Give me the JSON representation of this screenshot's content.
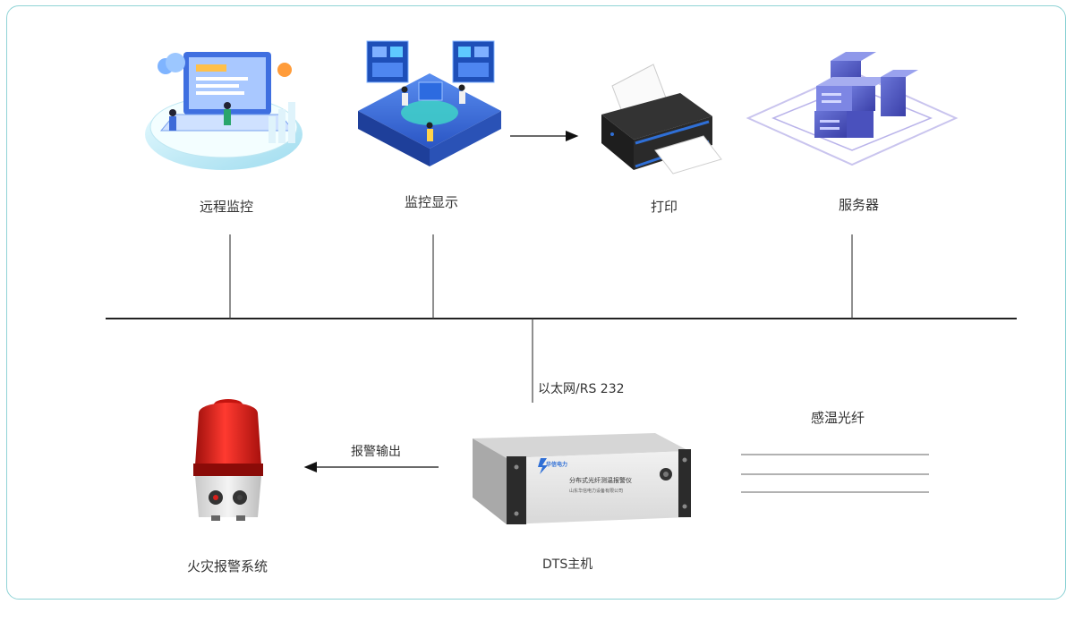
{
  "nodes": {
    "remote_monitor": "远程监控",
    "monitor_display": "监控显示",
    "print": "打印",
    "server": "服务器",
    "fire_alarm": "火灾报警系统",
    "dts_host": "DTS主机",
    "fiber": "感温光纤"
  },
  "connections": {
    "ethernet": "以太网/RS 232",
    "alarm_output": "报警输出"
  },
  "device_panel": {
    "line1": "分布式光纤测温报警仪",
    "line2": "山东华信电力设备有限公司",
    "logo_text": "华信电力"
  },
  "colors": {
    "frame": "#8fd3d6",
    "accent_blue": "#2f6fd6",
    "alarm_red": "#d9201c"
  }
}
